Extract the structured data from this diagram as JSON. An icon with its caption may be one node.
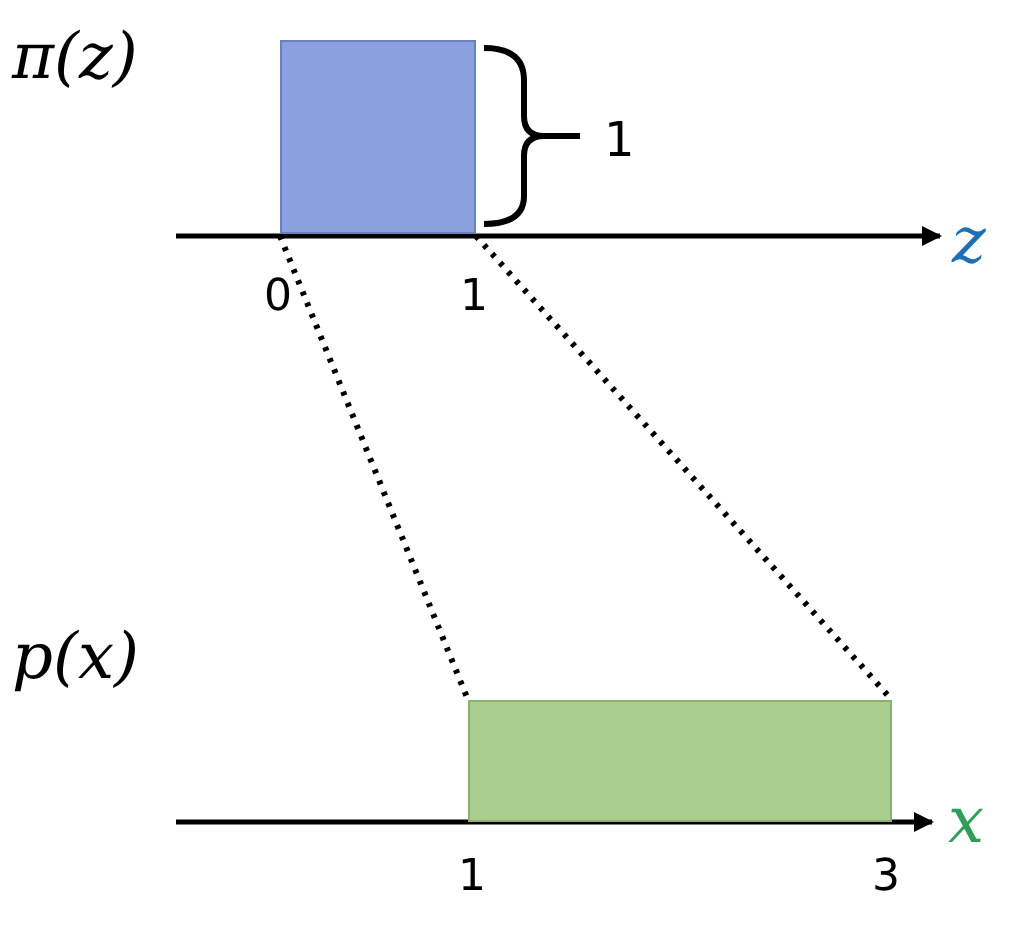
{
  "diagram": {
    "nodes": [
      {
        "text": [],
        "shape": "box"
      },
      {
        "text": [],
        "shape": "box"
      }
    ],
    "edges": [
      {
        "from": 0,
        "to": 1,
        "arrow": "none",
        "style": "dashed"
      },
      {
        "from": 0,
        "to": 1,
        "arrow": "none",
        "style": "dashed"
      }
    ],
    "labels": [
      "π(z)",
      "1",
      "z",
      "0",
      "1",
      "p(x)",
      "x",
      "1",
      "3"
    ]
  }
}
